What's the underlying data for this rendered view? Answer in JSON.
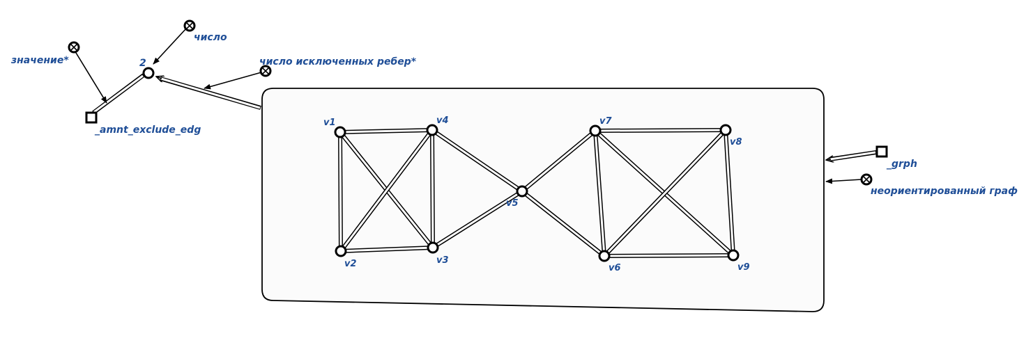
{
  "colors": {
    "label": "#1f4e97",
    "stroke": "#000000",
    "contour_fill": "#fbfbfb"
  },
  "nodes": {
    "amount_value": "2",
    "amount_var": "_amnt_exclude_edg",
    "graph_var": "_grph"
  },
  "concepts": {
    "value": "значение*",
    "number": "число",
    "excluded_edges": "число исключенных ребер*",
    "undirected_graph": "неориентированный граф"
  },
  "graph": {
    "vertices": [
      "v1",
      "v2",
      "v3",
      "v4",
      "v5",
      "v6",
      "v7",
      "v8",
      "v9"
    ],
    "edges": [
      [
        "v1",
        "v4"
      ],
      [
        "v1",
        "v2"
      ],
      [
        "v1",
        "v3"
      ],
      [
        "v2",
        "v4"
      ],
      [
        "v2",
        "v3"
      ],
      [
        "v3",
        "v4"
      ],
      [
        "v4",
        "v5"
      ],
      [
        "v3",
        "v5"
      ],
      [
        "v5",
        "v7"
      ],
      [
        "v5",
        "v6"
      ],
      [
        "v7",
        "v8"
      ],
      [
        "v7",
        "v6"
      ],
      [
        "v7",
        "v9"
      ],
      [
        "v8",
        "v6"
      ],
      [
        "v8",
        "v9"
      ],
      [
        "v6",
        "v9"
      ]
    ]
  },
  "icons": {
    "class_node": "circled-x-icon",
    "variable_node": "square-node-icon",
    "value_node": "circle-node-icon"
  }
}
